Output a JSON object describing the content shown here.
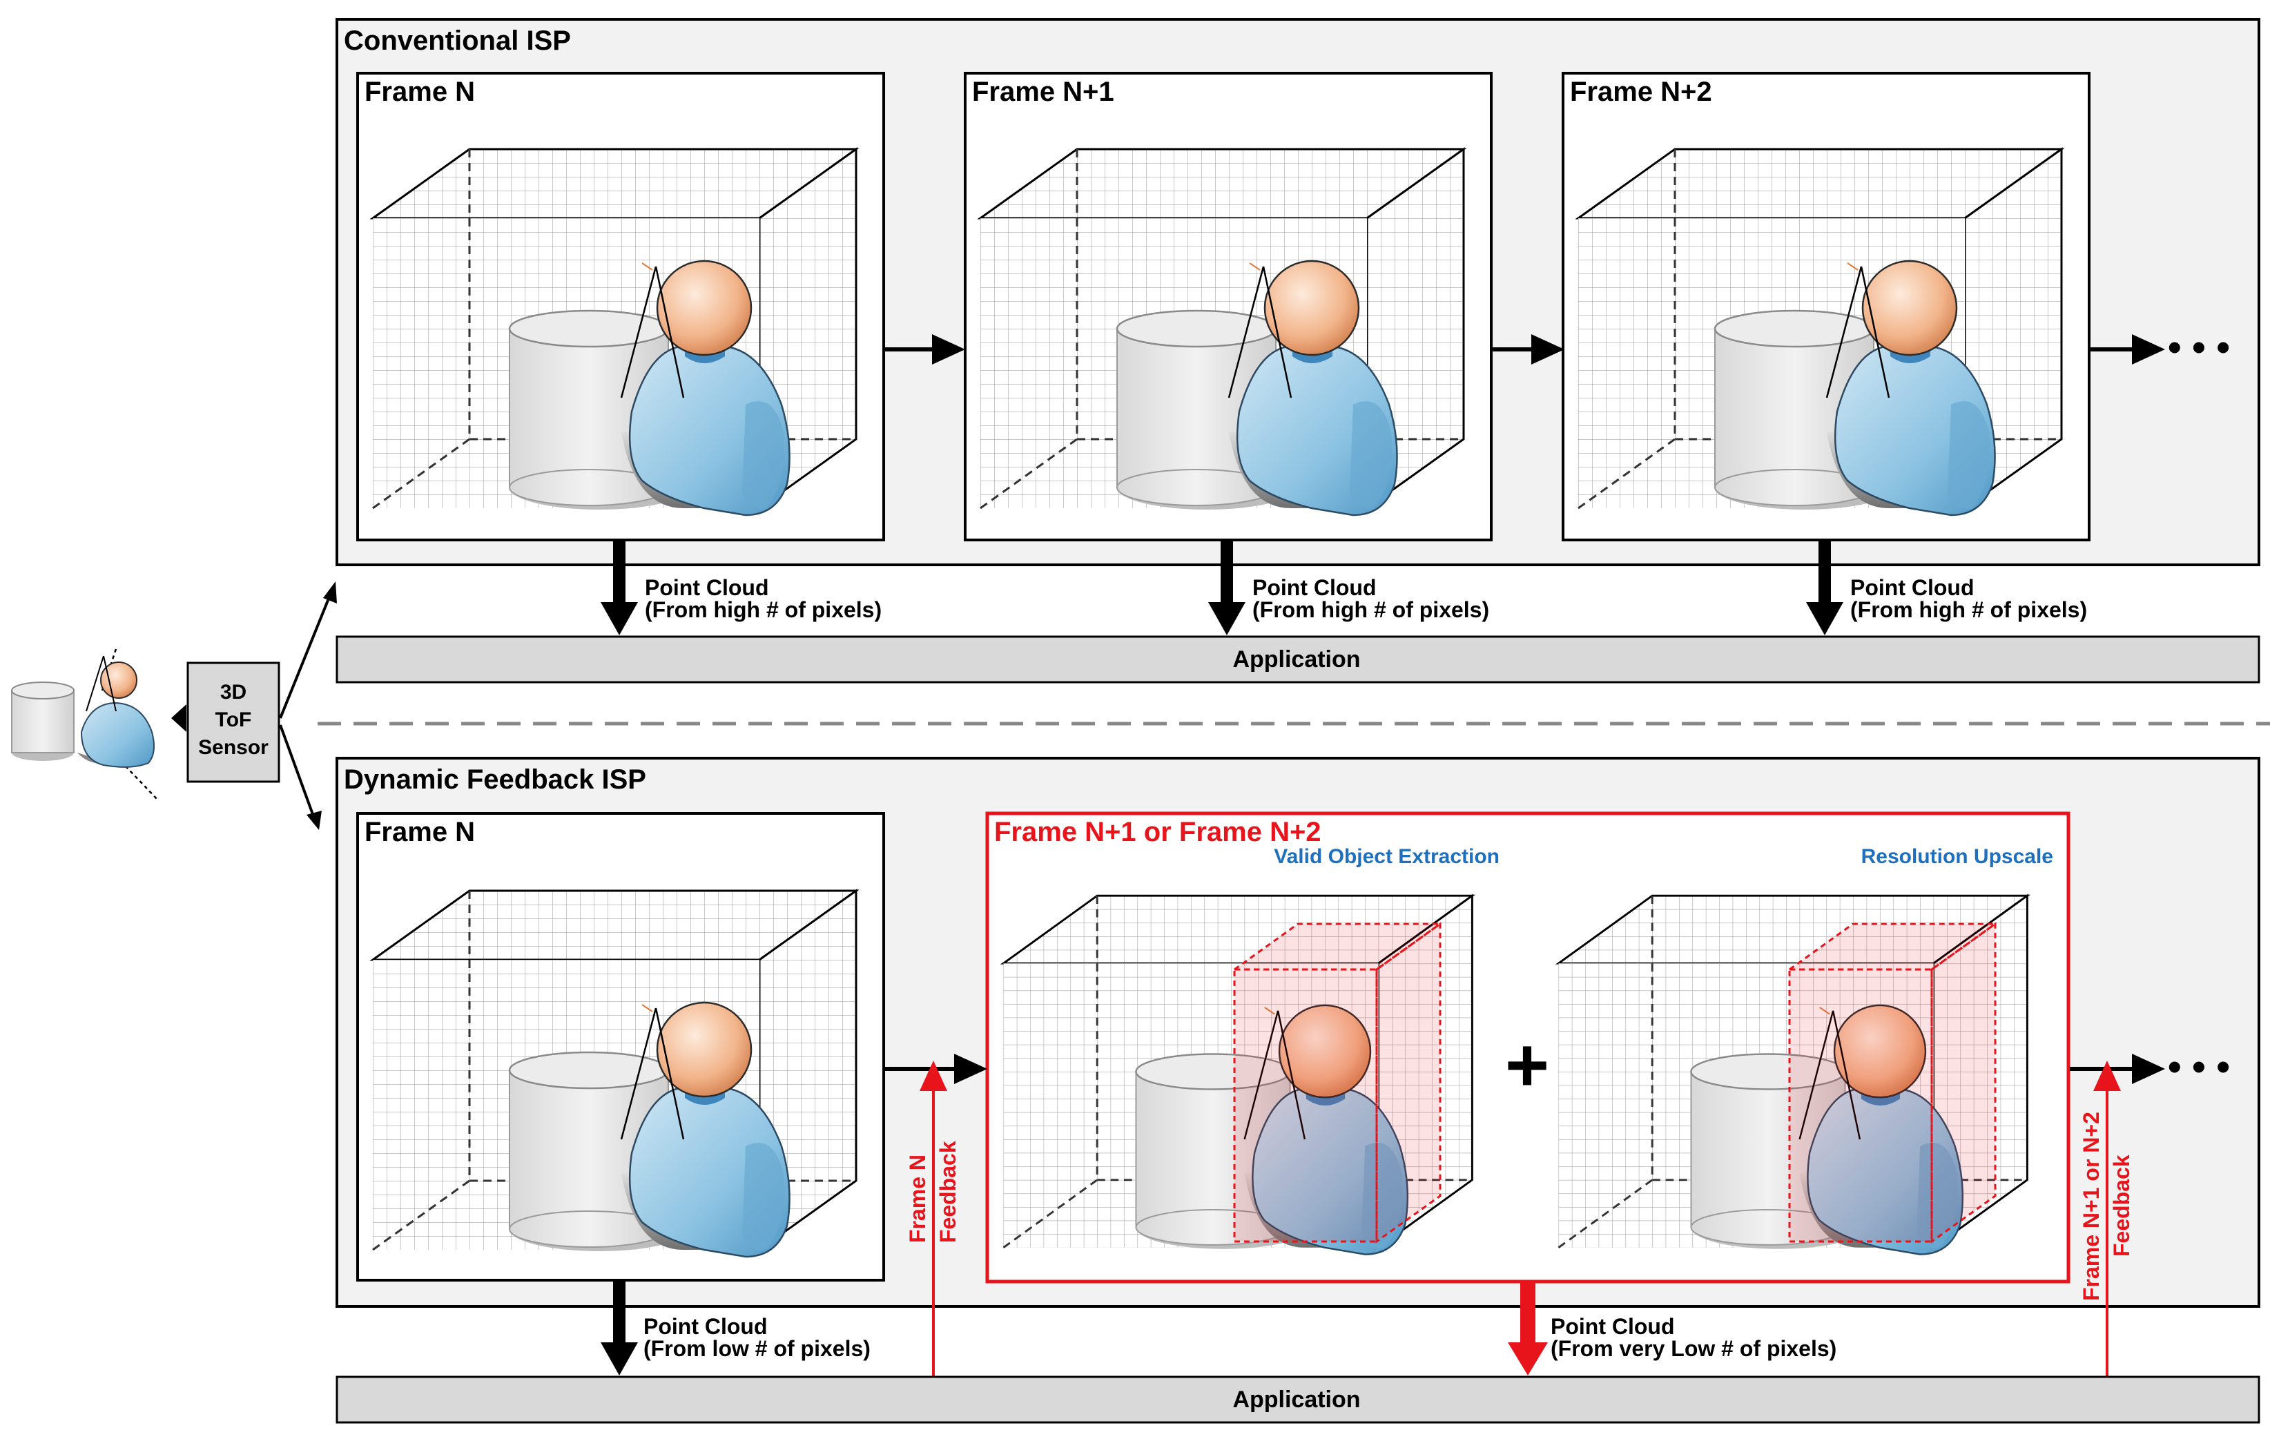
{
  "source": {
    "sensor_label_lines": [
      "3D",
      "ToF",
      "Sensor"
    ]
  },
  "conventional": {
    "title": "Conventional ISP",
    "frames": [
      {
        "title": "Frame N"
      },
      {
        "title": "Frame N+1"
      },
      {
        "title": "Frame N+2"
      }
    ],
    "point_cloud": {
      "line1": "Point Cloud",
      "line2": "(From high # of pixels)"
    },
    "application": "Application",
    "ellipsis": "• • •"
  },
  "dynamic": {
    "title": "Dynamic Feedback ISP",
    "frame_n_title": "Frame N",
    "combined_title": "Frame N+1 or Frame N+2",
    "extraction_label": "Valid Object Extraction",
    "upscale_label": "Resolution Upscale",
    "plus": "+",
    "feedback_n_lines": [
      "Frame N",
      "Feedback"
    ],
    "feedback_n12_lines": [
      "Frame N+1 or N+2",
      "Feedback"
    ],
    "point_cloud_low": {
      "line1": "Point Cloud",
      "line2": "(From low # of pixels)"
    },
    "point_cloud_very_low": {
      "line1": "Point Cloud",
      "line2": "(From very Low # of pixels)"
    },
    "application": "Application",
    "ellipsis": "• • •"
  },
  "colors": {
    "red": "#e8141b",
    "blue_label": "#1f6fbf",
    "panel_bg": "#f2f2f2",
    "app_bar": "#d9d9d9",
    "grid": "#9a9a9a"
  }
}
